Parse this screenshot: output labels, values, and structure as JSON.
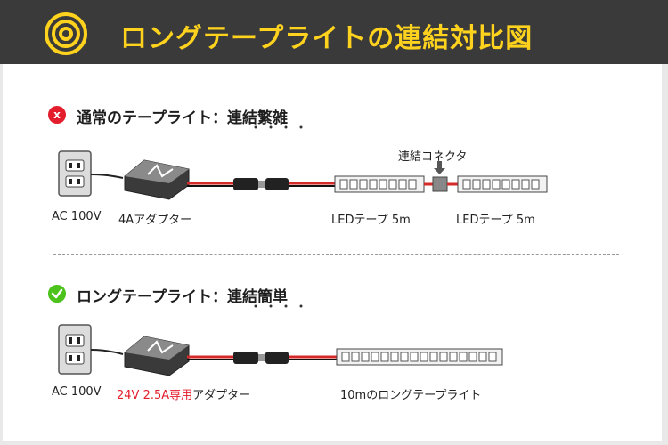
{
  "header": {
    "title": "ロングテープライトの連結対比図"
  },
  "sections": [
    {
      "title_prefix": "通常のテープライト：",
      "title_emph": "連結繁雑",
      "badge": "x",
      "labels": {
        "outlet": "AC 100V",
        "adapter": "4Aアダプター",
        "tape1": "LEDテープ 5m",
        "tape2": "LEDテープ 5m",
        "connector": "連結コネクタ"
      }
    },
    {
      "title_prefix": "ロングテープライト：",
      "title_emph": "連結簡単",
      "labels": {
        "outlet": "AC 100V",
        "adapter_red": "24V 2.5A専用",
        "adapter_rest": "アダプター",
        "tape": "10mのロングテープライト"
      }
    }
  ],
  "colors": {
    "header_bg": "#3a3a3a",
    "title": "#ffd21e",
    "x_badge": "#e31d2b",
    "ok_badge": "#4cc31d",
    "cable": "#d42a2a"
  }
}
